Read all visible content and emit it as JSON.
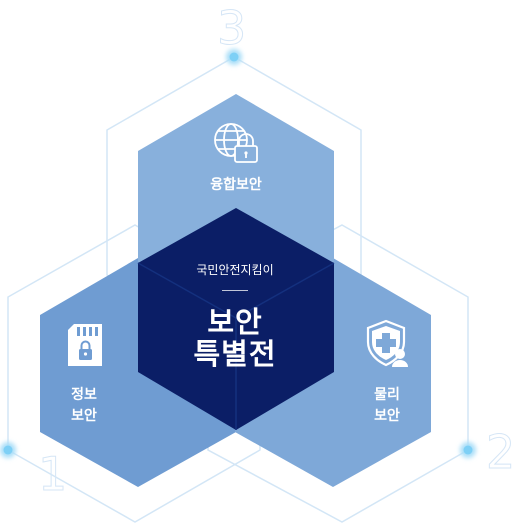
{
  "center": {
    "subtitle": "국민안전지킴이",
    "title_line1": "보안",
    "title_line2": "특별전"
  },
  "top_segment": {
    "label": "융합보안",
    "number": "3",
    "icon": "globe-lock-icon"
  },
  "left_segment": {
    "label_line1": "정보",
    "label_line2": "보안",
    "number": "1",
    "icon": "sd-card-lock-icon"
  },
  "right_segment": {
    "label_line1": "물리",
    "label_line2": "보안",
    "number": "2",
    "icon": "shield-person-icon"
  },
  "colors": {
    "center_fill": "#0b1e66",
    "top_fill": "#7fa9d8",
    "left_fill": "#6f9cd2",
    "right_fill": "#7ea8d8",
    "outline": "#cfe3f5",
    "dot": "#7ed0f6"
  }
}
